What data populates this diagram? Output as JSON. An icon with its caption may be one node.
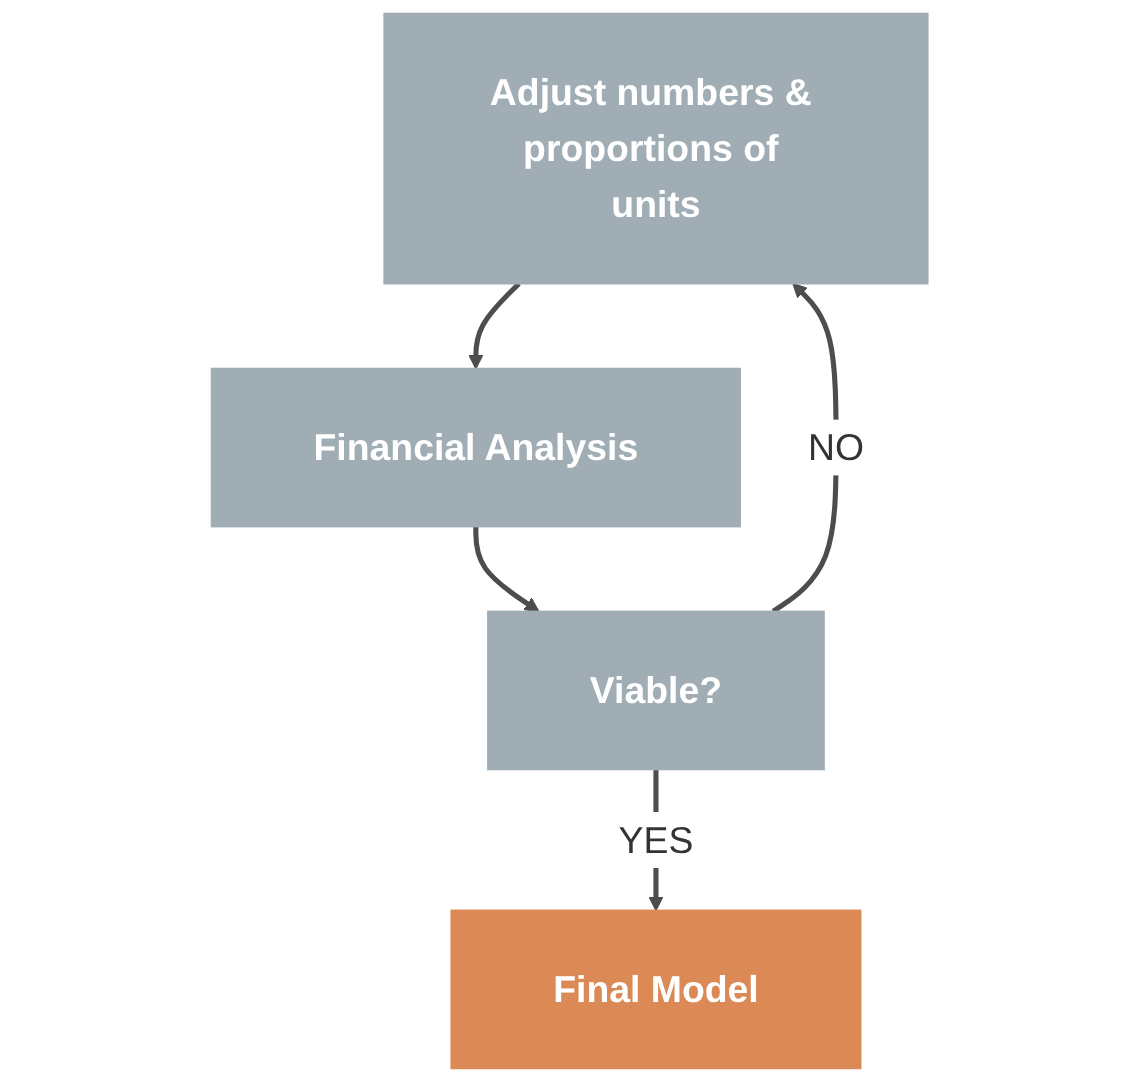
{
  "diagram": {
    "nodes": [
      {
        "text": [
          "Adjust numbers & proportions of units"
        ]
      },
      {
        "text": [
          "Financial Analysis"
        ]
      },
      {
        "text": [
          "Viable?"
        ]
      },
      {
        "text": [
          "Final Model"
        ]
      }
    ],
    "edges": [
      {
        "from": 0,
        "to": 1,
        "arrow": "to"
      },
      {
        "from": 1,
        "to": 2,
        "arrow": "to"
      },
      {
        "from": 2,
        "to": 3,
        "arrow": "to",
        "label": "YES"
      },
      {
        "from": 2,
        "to": 0,
        "arrow": "to",
        "label": "NO"
      }
    ]
  }
}
